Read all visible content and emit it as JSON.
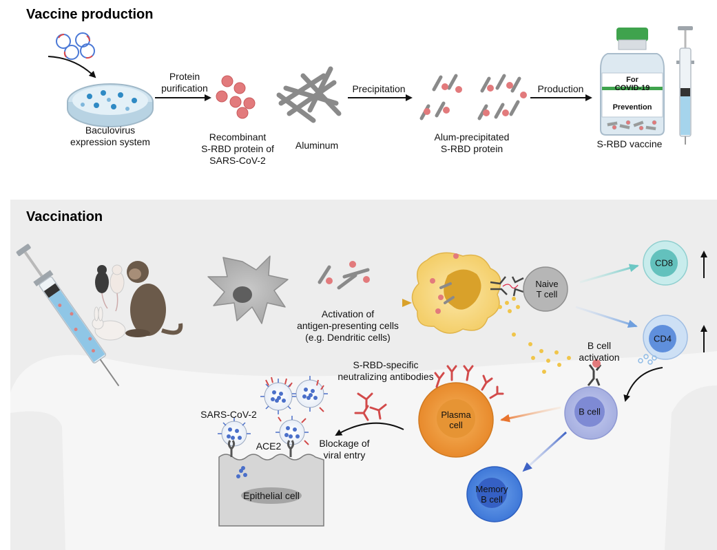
{
  "production": {
    "title": "Vaccine production",
    "arrow_protein_purification": "Protein\npurification",
    "arrow_precipitation": "Precipitation",
    "arrow_production": "Production",
    "baculovirus_label": "Baculovirus\nexpression system",
    "recombinant_label": "Recombinant\nS-RBD protein of\nSARS-CoV-2",
    "aluminum_label": "Aluminum",
    "alum_label": "Alum-precipitated\nS-RBD protein",
    "vaccine_label": "S-RBD vaccine",
    "vial_line1": "For",
    "vial_line2": "COVID-19",
    "vial_line3": "Prevention"
  },
  "vaccination": {
    "title": "Vaccination",
    "activation_label": "Activation of\nantigen-presenting cells\n(e.g. Dendritic cells)",
    "naive_t_label": "Naive\nT cell",
    "cd8_label": "CD8",
    "cd4_label": "CD4",
    "b_activation_label": "B cell\nactivation",
    "b_cell_label": "B cell",
    "plasma_label": "Plasma\ncell",
    "memory_label": "Memory\nB cell",
    "antibodies_label": "S-RBD-specific\nneutralizing antibodies",
    "sars_label": "SARS-CoV-2",
    "ace2_label": "ACE2",
    "blockage_label": "Blockage of\nviral entry",
    "epithelial_label": "Epithelial cell"
  },
  "colors": {
    "panel_bg": "#ededed",
    "arrow_gold": "#d9a12a",
    "arrow_teal": "#6cc7c4",
    "arrow_blue": "#6f9fde",
    "arrow_orange": "#e8742e",
    "arrow_navy": "#3e62c4",
    "protein_pink": "#e27a7c",
    "rod_gray": "#8a8a8a"
  }
}
